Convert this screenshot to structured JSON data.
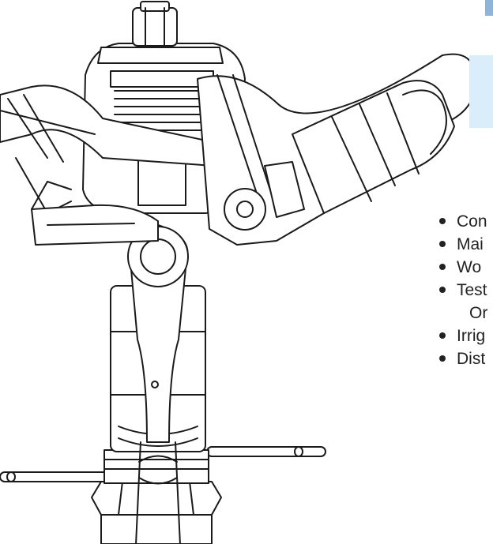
{
  "bullets": [
    {
      "text": "Con"
    },
    {
      "text": "Mai"
    },
    {
      "text": "Wo"
    },
    {
      "text": "Test",
      "continuation": "Or"
    },
    {
      "text": "Irrig"
    },
    {
      "text": "Dist"
    }
  ],
  "colors": {
    "accent": "#8fb3d9",
    "callout": "#d9eefa",
    "line": "#1a1a1a"
  },
  "icons": [
    "impact-sprinkler-illustration"
  ]
}
